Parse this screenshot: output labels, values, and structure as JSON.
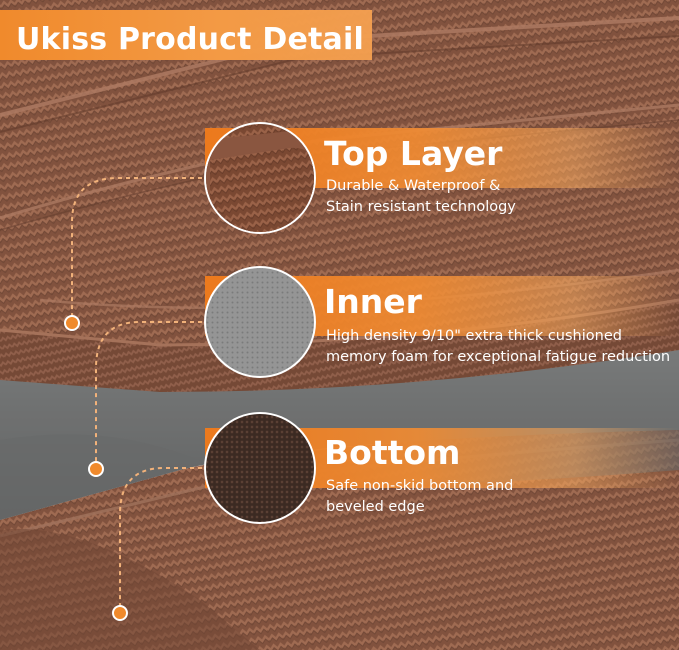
{
  "header": {
    "title": "Ukiss Product Detail"
  },
  "features": [
    {
      "title": "Top Layer",
      "description_lines": [
        "Durable & Waterproof &",
        "Stain resistant technology"
      ],
      "swatch": "woven-brown-texture"
    },
    {
      "title": "Inner",
      "description_lines": [
        "High density 9/10\" extra thick cushioned",
        "memory foam for exceptional fatigue reduction"
      ],
      "swatch": "gray-foam-texture"
    },
    {
      "title": "Bottom",
      "description_lines": [
        "Safe non-skid bottom and",
        "beveled edge"
      ],
      "swatch": "non-skid-mesh-texture"
    }
  ],
  "colors": {
    "accent_orange": "#f08a2c",
    "mat_brown": "#7b4a33",
    "foam_gray": "#6e7070",
    "callout_text": "#ffffff"
  }
}
